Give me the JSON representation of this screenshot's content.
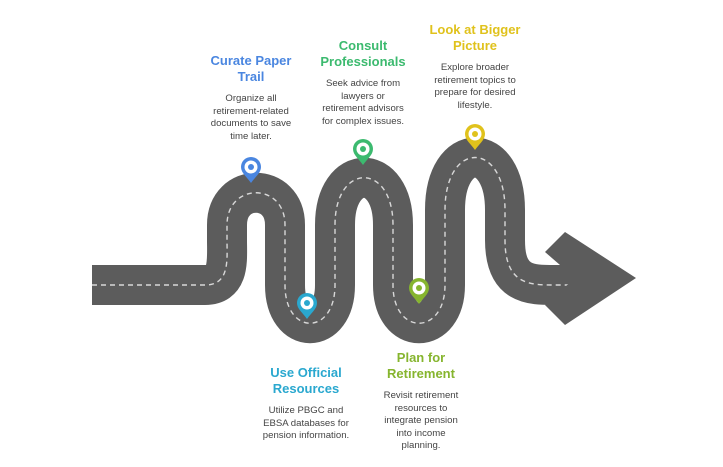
{
  "steps": [
    {
      "title": "Curate Paper\nTrail",
      "description": "Organize all\nretirement-related\ndocuments to save\ntime later.",
      "color": "#4a86e0",
      "pin_icon": "map-pin-icon",
      "position": "above"
    },
    {
      "title": "Use Official\nResources",
      "description": "Utilize PBGC and\nEBSA databases for\npension information.",
      "color": "#2aa8cf",
      "pin_icon": "map-pin-icon",
      "position": "below"
    },
    {
      "title": "Consult\nProfessionals",
      "description": "Seek advice from\nlawyers or\nretirement advisors\nfor complex issues.",
      "color": "#3cba6f",
      "pin_icon": "map-pin-icon",
      "position": "above"
    },
    {
      "title": "Plan for\nRetirement",
      "description": "Revisit retirement\nresources to\nintegrate pension\ninto income\nplanning.",
      "color": "#86b52e",
      "pin_icon": "map-pin-icon",
      "position": "below"
    },
    {
      "title": "Look at Bigger\nPicture",
      "description": "Explore broader\nretirement topics to\nprepare for desired\nlifestyle.",
      "color": "#e0c21c",
      "pin_icon": "map-pin-icon",
      "position": "above"
    }
  ],
  "road_color": "#5c5c5c",
  "road_dash_color": "#d8d8d8",
  "arrow_icon": "arrow-right-icon"
}
